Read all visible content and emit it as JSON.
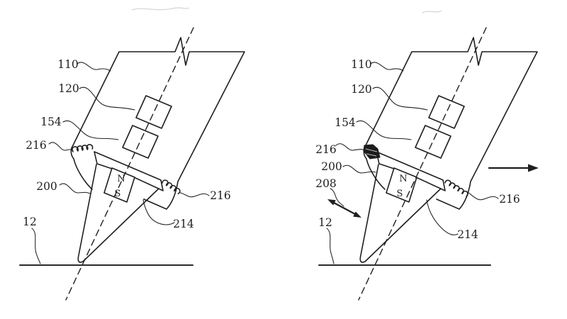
{
  "colors": {
    "ink": "#1f1f1f",
    "paper": "#ffffff"
  },
  "fig_left": {
    "labels": {
      "body": "110",
      "upper_component": "120",
      "lower_component": "154",
      "spring_left": "216",
      "cone": "200",
      "surface": "12",
      "shaft": "214",
      "spring_right": "216"
    },
    "magnet": {
      "north": "N",
      "south": "S"
    }
  },
  "fig_right": {
    "labels": {
      "body": "110",
      "upper_component": "120",
      "lower_component": "154",
      "spring_left": "216",
      "cone": "200",
      "lateral_motion": "208",
      "surface": "12",
      "shaft": "214",
      "spring_right": "216"
    },
    "magnet": {
      "north": "N",
      "south": "S"
    }
  }
}
